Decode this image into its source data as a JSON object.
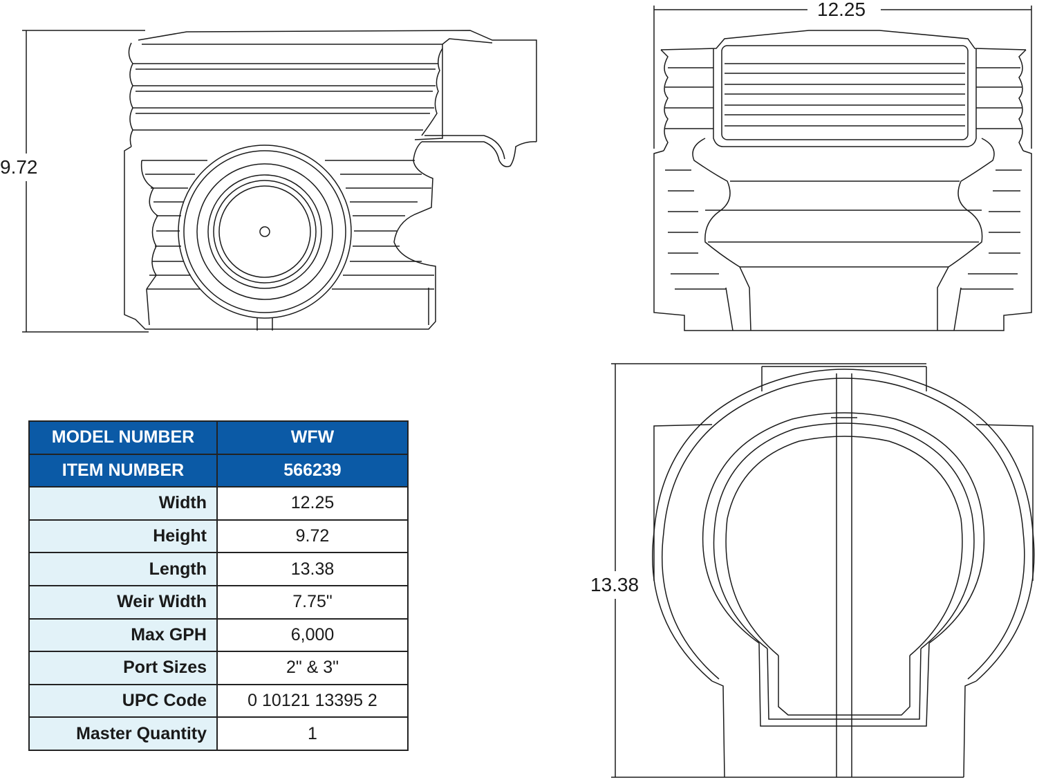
{
  "dimensions": {
    "side_height": "9.72",
    "front_width": "12.25",
    "top_length": "13.38"
  },
  "specs": {
    "header": [
      {
        "label": "MODEL NUMBER",
        "value": "WFW"
      },
      {
        "label": "ITEM NUMBER",
        "value": "566239"
      }
    ],
    "rows": [
      {
        "label": "Width",
        "value": "12.25"
      },
      {
        "label": "Height",
        "value": "9.72"
      },
      {
        "label": "Length",
        "value": "13.38"
      },
      {
        "label": "Weir Width",
        "value": "7.75\""
      },
      {
        "label": "Max GPH",
        "value": "6,000"
      },
      {
        "label": "Port Sizes",
        "value": "2\" & 3\""
      },
      {
        "label": "UPC Code",
        "value": "0 10121 13395 2"
      },
      {
        "label": "Master Quantity",
        "value": "1"
      }
    ]
  },
  "colors": {
    "header_bg": "#0b5aa6",
    "label_bg": "#e2f2f8",
    "line": "#1a1a1a"
  }
}
